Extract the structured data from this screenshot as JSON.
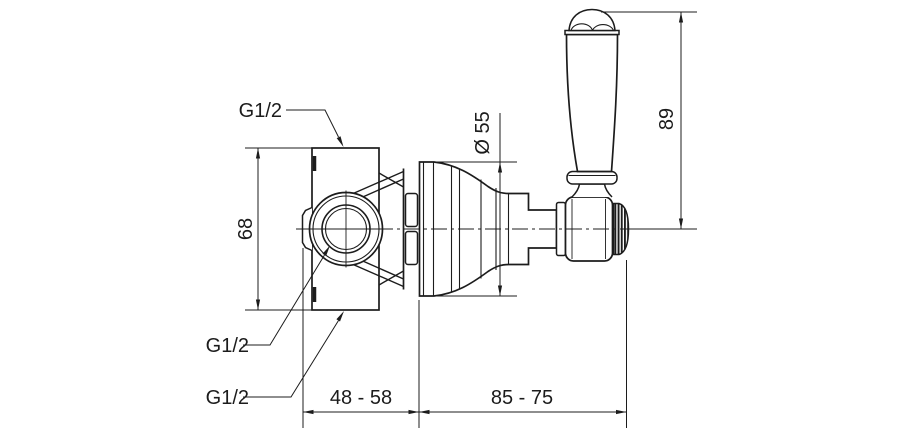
{
  "drawing": {
    "dimension_labels": {
      "port_top": "G1/2",
      "port_front": "G1/2",
      "port_bottom": "G1/2",
      "body_height": "68",
      "escutcheon_diameter": "Ø 55",
      "handle_height": "89",
      "depth_range": "48 - 58",
      "projection_range": "85 - 75"
    },
    "colors": {
      "line": "#1c1c1c",
      "background": "#ffffff"
    }
  }
}
